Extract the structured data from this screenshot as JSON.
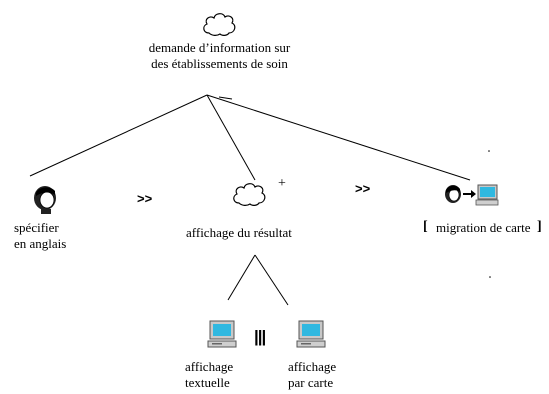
{
  "root": {
    "icon": "cloud-icon",
    "label_line1": "demande d’information sur",
    "label_line2": "des établissements de soin"
  },
  "children": [
    {
      "icon": "user-head-icon",
      "label_line1": "spécifier",
      "label_line2": "en anglais"
    },
    {
      "icon": "cloud-icon",
      "label": "affichage du résultat",
      "iteration_marker": "+"
    },
    {
      "icon": "user-to-computer-icon",
      "label": "migration de carte",
      "bracket_open": "[",
      "bracket_close": "]"
    }
  ],
  "operators": {
    "enable_1": ">>",
    "enable_2": ">>",
    "concurrent": "|||"
  },
  "subtasks": [
    {
      "icon": "computer-icon",
      "label_line1": "affichage",
      "label_line2": "textuelle"
    },
    {
      "icon": "computer-icon",
      "label_line1": "affichage",
      "label_line2": "par carte"
    }
  ]
}
